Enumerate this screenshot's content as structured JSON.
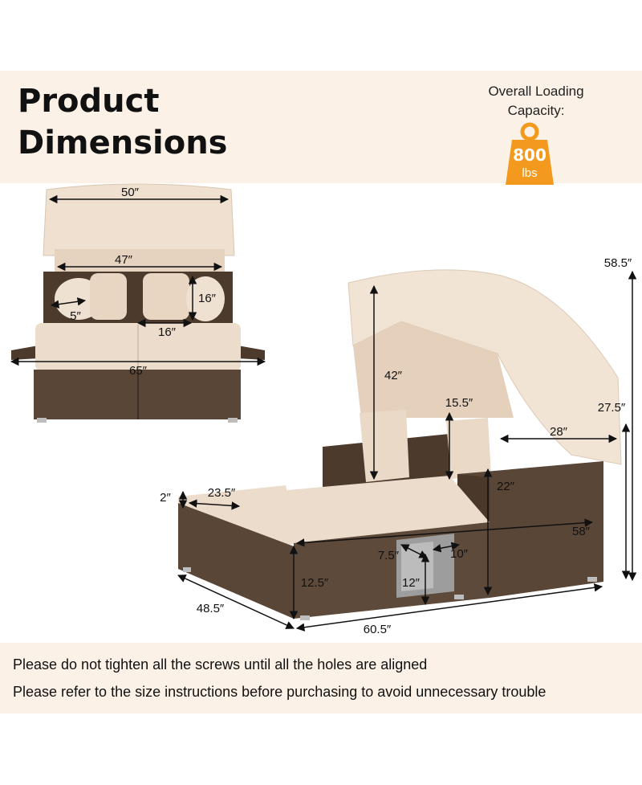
{
  "header": {
    "title_line_1": "Product",
    "title_line_2": "Dimensions",
    "capacity_label_line_1": "Overall Loading",
    "capacity_label_line_2": "Capacity:",
    "capacity_value": "800",
    "capacity_unit": "lbs"
  },
  "front_view": {
    "canopy_width": "50″",
    "inner_width": "47″",
    "pillow_depth": "5″",
    "pillow_height": "16″",
    "pillow_width": "16″",
    "overall_width": "65″"
  },
  "side_view": {
    "overall_height": "58.5″",
    "canopy_height": "42″",
    "armrest_height": "27.5″",
    "pillow_height": "15.5″",
    "canopy_depth": "28″",
    "backrest_height": "22″",
    "cushion_thickness": "2″",
    "ottoman_depth": "23.5″",
    "seat_depth": "58″",
    "drawer_height": "7.5″",
    "drawer_width": "10″",
    "drawer_depth": "12″",
    "seat_height": "12.5″",
    "side_depth": "48.5″",
    "overall_length": "60.5″"
  },
  "notes": {
    "line_1": "Please do not tighten all the screws until all the holes are aligned",
    "line_2": "Please refer to the size instructions before purchasing to avoid unnecessary trouble"
  },
  "colors": {
    "background_band": "#fbf1e6",
    "accent_orange": "#f39a1e",
    "cushion_beige": "#ecdccb",
    "wicker_brown": "#5a4637"
  }
}
